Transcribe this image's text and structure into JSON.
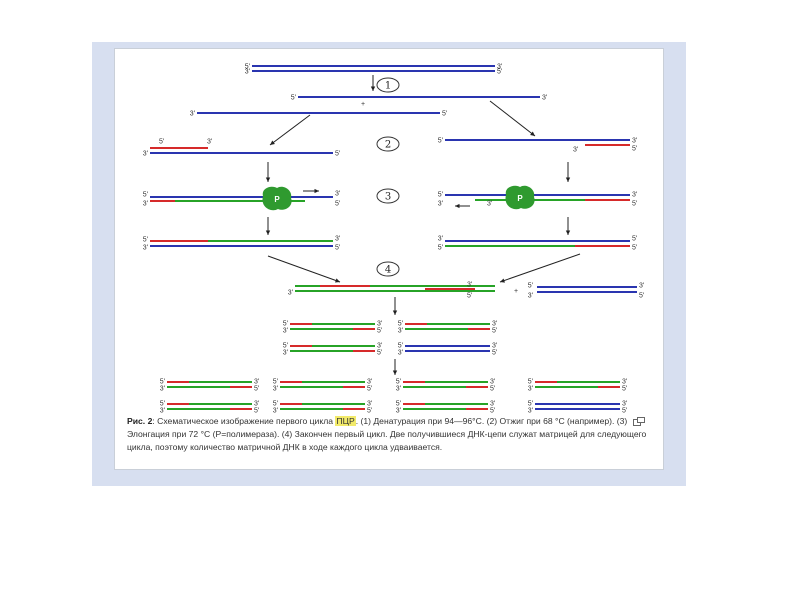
{
  "labels": {
    "five": "5'",
    "three": "3'",
    "plus": "+",
    "polymerase": "P"
  },
  "steps": [
    "1",
    "2",
    "3",
    "4"
  ],
  "caption": {
    "fig": "Рис. 2",
    "pre": ": Схематическое изображение первого цикла ",
    "highlight": "ПЦР",
    "post": ". (1) Денатурация при 94—96°С. (2) Отжиг при 68 °С (например). (3) Элонгация при 72 °С (P=полимераза). (4) Закончен первый цикл. Две получившиеся ДНК-цепи служат матрицей для следующего цикла, поэтому количество матричной ДНК в ходе каждого цикла удваивается."
  },
  "colors": {
    "template": "#2a35b0",
    "primer": "#d62a2a",
    "new_strand": "#27a327",
    "polymerase": "#2f9a2f",
    "arrow": "#222222",
    "frame": "#d7dff0"
  }
}
